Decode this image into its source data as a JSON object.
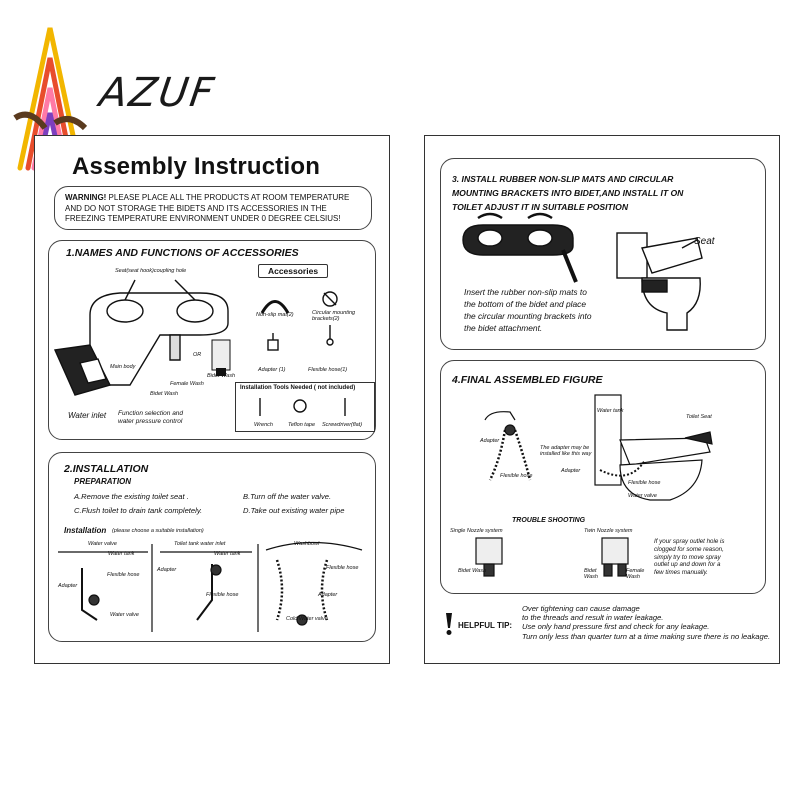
{
  "logo": {
    "text": "AZUF"
  },
  "left_sheet": {
    "title": "Assembly Instruction",
    "warning": {
      "lead": "WARNING!",
      "text": " PLEASE PLACE  ALL THE PRODUCTS  AT ROOM TEMPERATURE AND DO NOT  STORAGE THE BIDETS  AND ITS ACCESSORIES IN  THE FREEZING  TEMPERATURE  ENVIRONMENT UNDER 0 DEGREE CELSIUS!"
    },
    "section1": {
      "title": "1.NAMES AND FUNCTIONS OF ACCESSORIES",
      "seat_label": "Seat(seat hook)coupling hole",
      "accessories_badge": "Accessories",
      "mat_label": "Non-slip mat(2)",
      "bracket_label": "Circular mounting brackets(2)",
      "adapter_label": "Adapter (1)",
      "hose_label": "Flexible hose(1)",
      "main_body": "Main body",
      "or": "OR",
      "female_wash": "Female Wash",
      "bidet_wash": "Bidet Wash",
      "bidet_wash2": "Bidet Wash",
      "water_inlet": "Water inlet",
      "function_label": "Function selection and water pressure control",
      "tools_title": "Installation Tools Needed  ( not included)",
      "wrench": "Wrench",
      "teflon": "Teflon tape",
      "screwdriver": "Screwdriver(flat)"
    },
    "section2": {
      "title": "2.INSTALLATION",
      "prep": "PREPARATION",
      "step_a": "A.Remove the existing toilet seat .",
      "step_b": "B.Turn off the water valve.",
      "step_c": "C.Flush toilet to drain tank completely.",
      "step_d": "D.Take out existing water pipe",
      "install": "Installation",
      "install_note": "(please choose a suitable installation)",
      "p1_water_valve": "Water valve",
      "p1_water_tank": "Water tank",
      "p1_flex": "Flexible hose",
      "p1_adapter": "Adapter",
      "p1_valve": "Water valve",
      "p2_inlet": "Toilet tank water inlet",
      "p2_tank": "Water tank",
      "p2_adapter": "Adapter",
      "p2_flex": "Flexible hose",
      "p3_washbowl": "Washbowl",
      "p3_flex": "Flexible hose",
      "p3_adapter": "Adapter",
      "p3_cold": "Cold  Water valve"
    }
  },
  "right_sheet": {
    "section3": {
      "title_l1": "3. INSTALL RUBBER NON-SLIP MATS AND CIRCULAR",
      "title_l2": "MOUNTING BRACKETS INTO BIDET,AND INSTALL IT ON",
      "title_l3": "TOILET ADJUST IT IN SUITABLE POSITION",
      "seat": "Seat",
      "body_l1": "Insert the rubber non-slip mats to",
      "body_l2": "the bottom of the bidet and place",
      "body_l3": "the circular mounting brackets into",
      "body_l4": "the bidet attachment."
    },
    "section4": {
      "title": "4.FINAL ASSEMBLED FIGURE",
      "water_tank": "Water tank",
      "toilet_seat": "Toilet Seat",
      "adapter": "Adapter",
      "adapter2": "Adapter",
      "flex": "Flexible hose",
      "flex2": "Flexible hose",
      "water_valve": "Water valve",
      "adapter_note": "The adapter may be installed like this way",
      "trouble": "TROUBLE SHOOTING",
      "single": "Single Nozzle system",
      "twin": "Twin Nozzle system",
      "bidet_wash": "Bidet Wash",
      "bidet_wash2": "Bidet Wash",
      "female_wash": "Female Wash",
      "note_l1": "If your spray outlet hole is",
      "note_l2": "clogged for some reason,",
      "note_l3": "simply try to move spray",
      "note_l4": "outlet up and down for a",
      "note_l5": "few times manually."
    },
    "tip": {
      "label": "HELPFUL TIP:",
      "l1": "Over tightening  can cause damage",
      "l2": "to the threads and result in water leakage.",
      "l3": "Use only hand pressure first and check for any leakage.",
      "l4": "Turn only less than quarter turn at a time making sure there is no leakage."
    }
  }
}
